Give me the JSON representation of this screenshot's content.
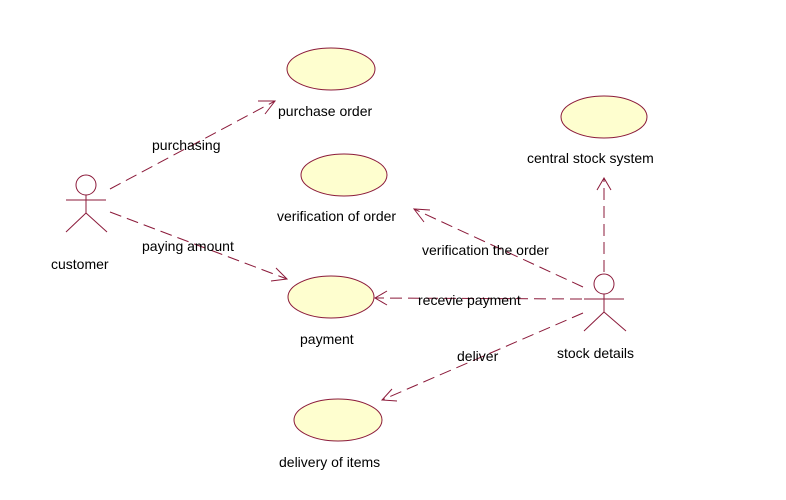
{
  "actors": {
    "customer": "customer",
    "stock_details": "stock details"
  },
  "use_cases": {
    "purchase_order": "purchase order",
    "verification_of_order": "verification of order",
    "payment": "payment",
    "delivery_of_items": "delivery of items",
    "central_stock_system": "central stock system"
  },
  "relations": {
    "purchasing": "purchasing",
    "paying_amount": "paying amount",
    "verification_the_order": "verification the order",
    "recevie_payment": "recevie payment",
    "deliver": "deliver"
  },
  "colors": {
    "line": "#8b1a3a",
    "use_case_fill": "#fefecf"
  }
}
